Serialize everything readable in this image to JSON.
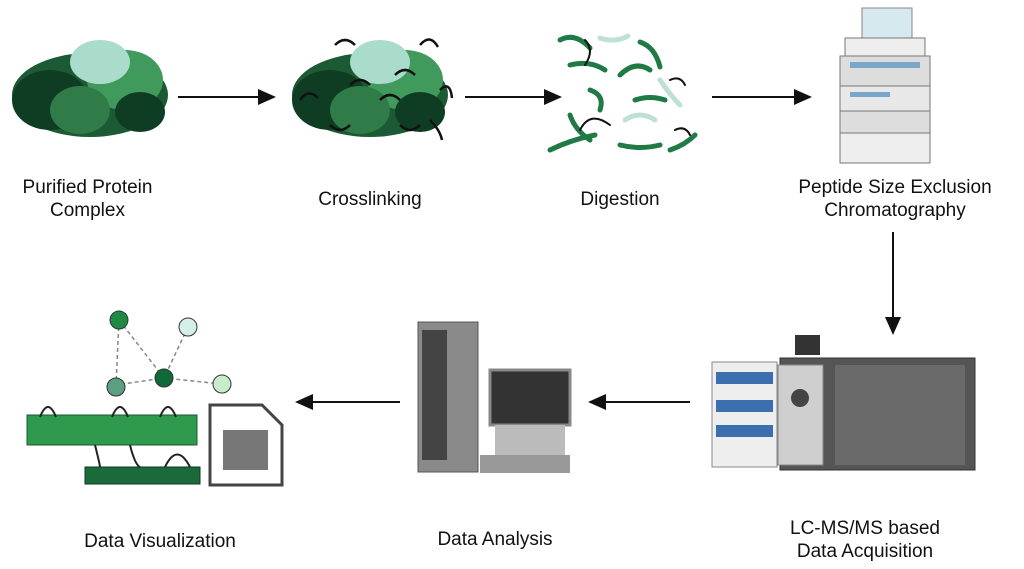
{
  "steps": [
    {
      "label_line1": "Purified Protein",
      "label_line2": "Complex"
    },
    {
      "label_line1": "Crosslinking"
    },
    {
      "label_line1": "Digestion"
    },
    {
      "label_line1": "Peptide Size Exclusion",
      "label_line2": "Chromatography"
    },
    {
      "label_line1": "LC-MS/MS based",
      "label_line2": "Data Acquisition"
    },
    {
      "label_line1": "Data Analysis"
    },
    {
      "label_line1": "Data Visualization"
    }
  ],
  "colors": {
    "dark_green": "#0f4a2a",
    "green": "#2f8a4e",
    "light_green": "#a9dccb",
    "arrow": "#111111"
  }
}
